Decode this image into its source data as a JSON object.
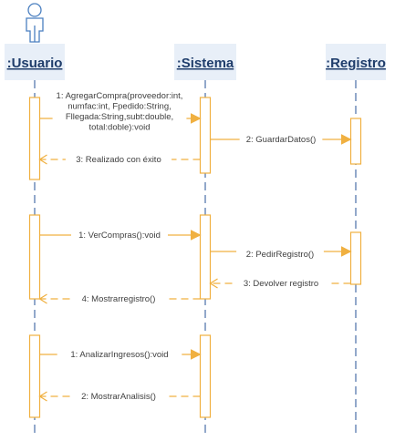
{
  "colors": {
    "line": "#f0b040",
    "activation_fill": "#ffffff",
    "header_bg": "#e8eff8",
    "header_border": "#4a6fa8",
    "header_text": "#1f3d6b",
    "actor": "#4a7fc0",
    "lifeline_dash": "#4a6fa8",
    "label_text": "#404040"
  },
  "lifelines": [
    {
      "id": "usuario",
      "title": ":Usuario",
      "has_actor_icon": true
    },
    {
      "id": "sistema",
      "title": ":Sistema"
    },
    {
      "id": "registro",
      "title": ":Registro"
    }
  ],
  "interactions": [
    {
      "group": 1,
      "messages": [
        {
          "number": "1",
          "type": "sync",
          "from": "usuario",
          "to": "sistema",
          "label_lines": [
            "1: AgregarCompra(proveedor:int,",
            "numfac:int, Fpedido:String,",
            "Fllegada:String,subt:double,",
            "total:doble):void"
          ]
        },
        {
          "number": "2",
          "type": "sync",
          "from": "sistema",
          "to": "registro",
          "label_lines": [
            "2: GuardarDatos()"
          ]
        },
        {
          "number": "3",
          "type": "return",
          "from": "sistema",
          "to": "usuario",
          "label_lines": [
            "3: Realizado con éxito"
          ]
        }
      ]
    },
    {
      "group": 2,
      "messages": [
        {
          "number": "1",
          "type": "sync",
          "from": "usuario",
          "to": "sistema",
          "label_lines": [
            "1: VerCompras():void"
          ]
        },
        {
          "number": "2",
          "type": "sync",
          "from": "sistema",
          "to": "registro",
          "label_lines": [
            "2: PedirRegistro()"
          ]
        },
        {
          "number": "3",
          "type": "return",
          "from": "registro",
          "to": "sistema",
          "label_lines": [
            "3: Devolver registro"
          ]
        },
        {
          "number": "4",
          "type": "return",
          "from": "sistema",
          "to": "usuario",
          "label_lines": [
            "4: Mostrarregistro()"
          ]
        }
      ]
    },
    {
      "group": 3,
      "messages": [
        {
          "number": "1",
          "type": "sync",
          "from": "usuario",
          "to": "sistema",
          "label_lines": [
            "1: AnalizarIngresos():void"
          ]
        },
        {
          "number": "2",
          "type": "return",
          "from": "sistema",
          "to": "usuario",
          "label_lines": [
            "2: MostrarAnalisis()"
          ]
        }
      ]
    }
  ]
}
